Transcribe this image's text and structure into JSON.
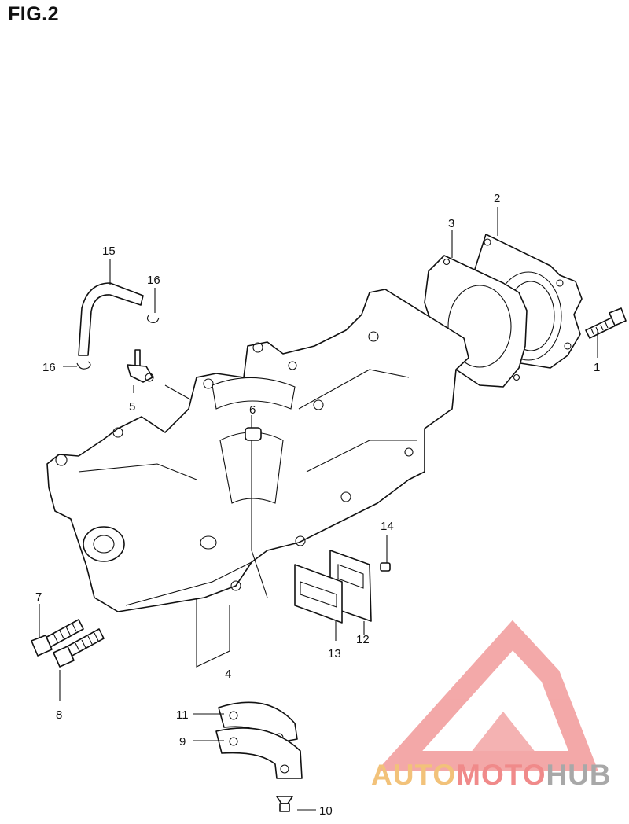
{
  "figure": {
    "title": "FIG.2"
  },
  "callouts": [
    {
      "label": "1"
    },
    {
      "label": "2"
    },
    {
      "label": "3"
    },
    {
      "label": "4"
    },
    {
      "label": "5"
    },
    {
      "label": "6"
    },
    {
      "label": "7"
    },
    {
      "label": "8"
    },
    {
      "label": "9"
    },
    {
      "label": "10"
    },
    {
      "label": "11"
    },
    {
      "label": "12"
    },
    {
      "label": "13"
    },
    {
      "label": "14"
    },
    {
      "label": "15"
    },
    {
      "label": "16"
    },
    {
      "label": "16"
    }
  ],
  "watermark": {
    "part1": "AUTO",
    "part2": "MOTO",
    "part3": "HUB",
    "colors": {
      "auto": "#f2c27a",
      "moto": "#f08a8a",
      "hub": "#a8a8a8",
      "logo": "#f19a9a"
    }
  }
}
